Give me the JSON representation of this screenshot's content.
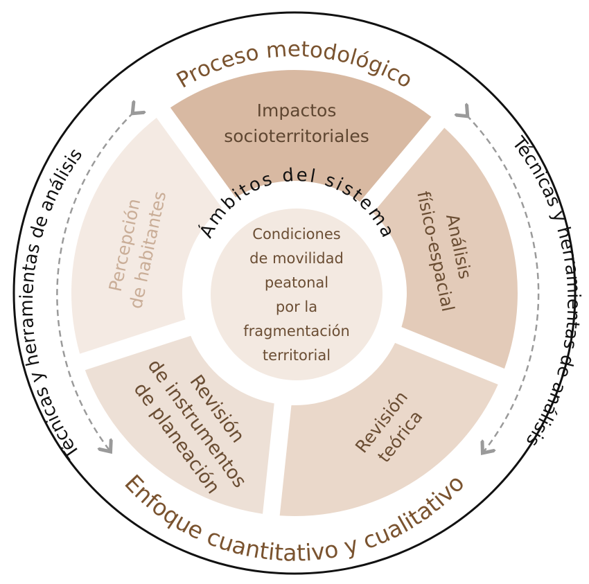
{
  "outer_ring": {
    "top_text": "Proceso metodológico",
    "bottom_text": "Enfoque cuantitativo y cualitativo",
    "left_text": "Técnicas y herramientas de análisis",
    "right_text": "Técnicas y herramientas de análisis"
  },
  "center": {
    "arc_title": "Ámbitos del sistema",
    "lines": [
      "Condiciones",
      "de movilidad",
      "peatonal",
      "por la",
      "fragmentación",
      "territorial"
    ]
  },
  "segments": [
    {
      "id": "impactos",
      "lines": [
        "Impactos",
        "socioterritoriales"
      ],
      "fill": "#d8b9a2",
      "text_color": "#5e4631"
    },
    {
      "id": "analisis",
      "lines": [
        "Análisis",
        "físico-espacial"
      ],
      "fill": "#e3cbb9",
      "text_color": "#6a4d33"
    },
    {
      "id": "revision-teorica",
      "lines": [
        "Revisión",
        "teórica"
      ],
      "fill": "#ead8ca",
      "text_color": "#6a4d33"
    },
    {
      "id": "revision-instrumentos",
      "lines": [
        "Revisión",
        "de instrumentos",
        "de planeación"
      ],
      "fill": "#ede0d6",
      "text_color": "#6a4d33"
    },
    {
      "id": "percepcion",
      "lines": [
        "Percepción",
        "de habitantes"
      ],
      "fill": "#f4eae3",
      "text_color": "#c9ad97"
    }
  ],
  "colors": {
    "ring_text": "#7a532f",
    "arrows": "#9a9a9a",
    "center_fill": "#f3e9e1",
    "center_text": "#6a4d33"
  }
}
